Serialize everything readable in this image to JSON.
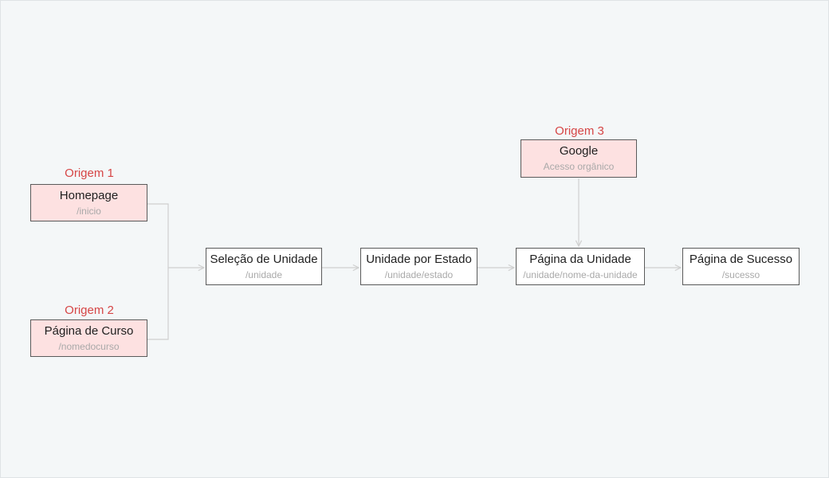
{
  "origins": {
    "o1": "Origem 1",
    "o2": "Origem 2",
    "o3": "Origem 3"
  },
  "nodes": {
    "homepage": {
      "title": "Homepage",
      "path": "/inicio"
    },
    "curso": {
      "title": "Página de Curso",
      "path": "/nomedocurso"
    },
    "google": {
      "title": "Google",
      "path": "Acesso orgânico"
    },
    "selecao": {
      "title": "Seleção de Unidade",
      "path": "/unidade"
    },
    "estado": {
      "title": "Unidade por Estado",
      "path": "/unidade/estado"
    },
    "unidade": {
      "title": "Página da Unidade",
      "path": "/unidade/nome-da-unidade"
    },
    "sucesso": {
      "title": "Página de Sucesso",
      "path": "/sucesso"
    }
  },
  "colors": {
    "origin_label": "#d64545",
    "origin_fill": "#fde1e1",
    "connector": "#cfcfcf",
    "background": "#f4f7f8"
  }
}
